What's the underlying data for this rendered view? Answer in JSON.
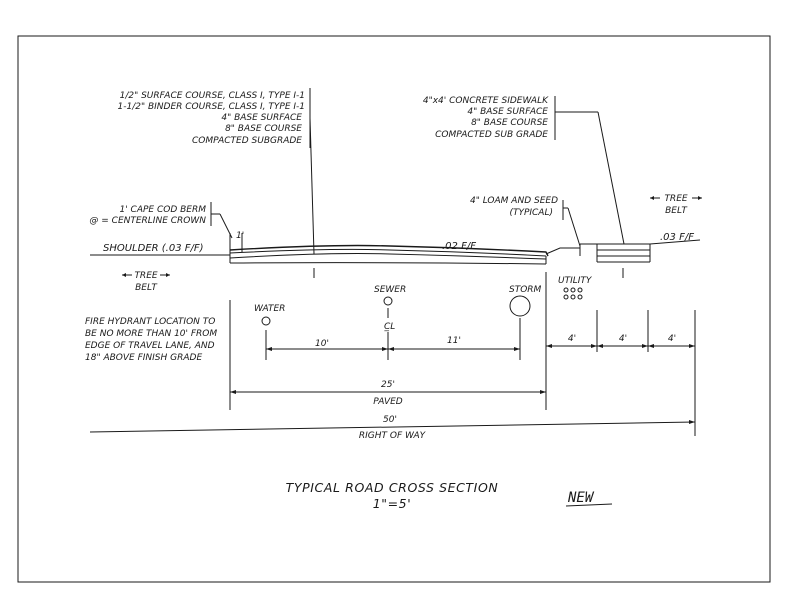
{
  "left_callout": {
    "lines": [
      "1/2\" SURFACE COURSE, CLASS I, TYPE I-1",
      "1-1/2\" BINDER COURSE, CLASS I, TYPE I-1",
      "4\" BASE SURFACE",
      "8\" BASE COURSE",
      "COMPACTED SUBGRADE"
    ]
  },
  "right_callout": {
    "lines": [
      "4\"x4' CONCRETE SIDEWALK",
      "4\" BASE SURFACE",
      "8\" BASE COURSE",
      "COMPACTED SUB GRADE"
    ]
  },
  "berm": {
    "line1": "1' CAPE COD BERM",
    "line2": "@ = CENTERLINE CROWN",
    "dim": "1'"
  },
  "loam": {
    "line1": "4\" LOAM AND SEED",
    "line2": "(TYPICAL)"
  },
  "tree_belt_left": {
    "line1": "TREE",
    "line2": "BELT"
  },
  "tree_belt_right": {
    "line1": "TREE",
    "line2": "BELT"
  },
  "shoulder": "SHOULDER (.03 F/F)",
  "slope_center": ".02 F/F",
  "slope_right": ".03 F/F",
  "utilities": {
    "water": "WATER",
    "sewer": "SEWER",
    "storm": "STORM",
    "utility": "UTILITY",
    "centerline": "C̲L"
  },
  "hydrant_note": [
    "FIRE HYDRANT LOCATION TO",
    "BE NO MORE THAN 10' FROM",
    "EDGE OF TRAVEL LANE, AND",
    "18\" ABOVE FINISH GRADE"
  ],
  "dimensions": {
    "water_to_sewer": "10'",
    "sewer_to_storm": "11'",
    "verge": "4'",
    "sidewalk": "4'",
    "tree_belt": "4'",
    "paved_width": "25'",
    "paved_label": "PAVED",
    "row_width": "50'",
    "row_label": "RIGHT OF WAY"
  },
  "title": "TYPICAL ROAD CROSS SECTION",
  "scale": "1\"=5'",
  "stamp": "NEW"
}
